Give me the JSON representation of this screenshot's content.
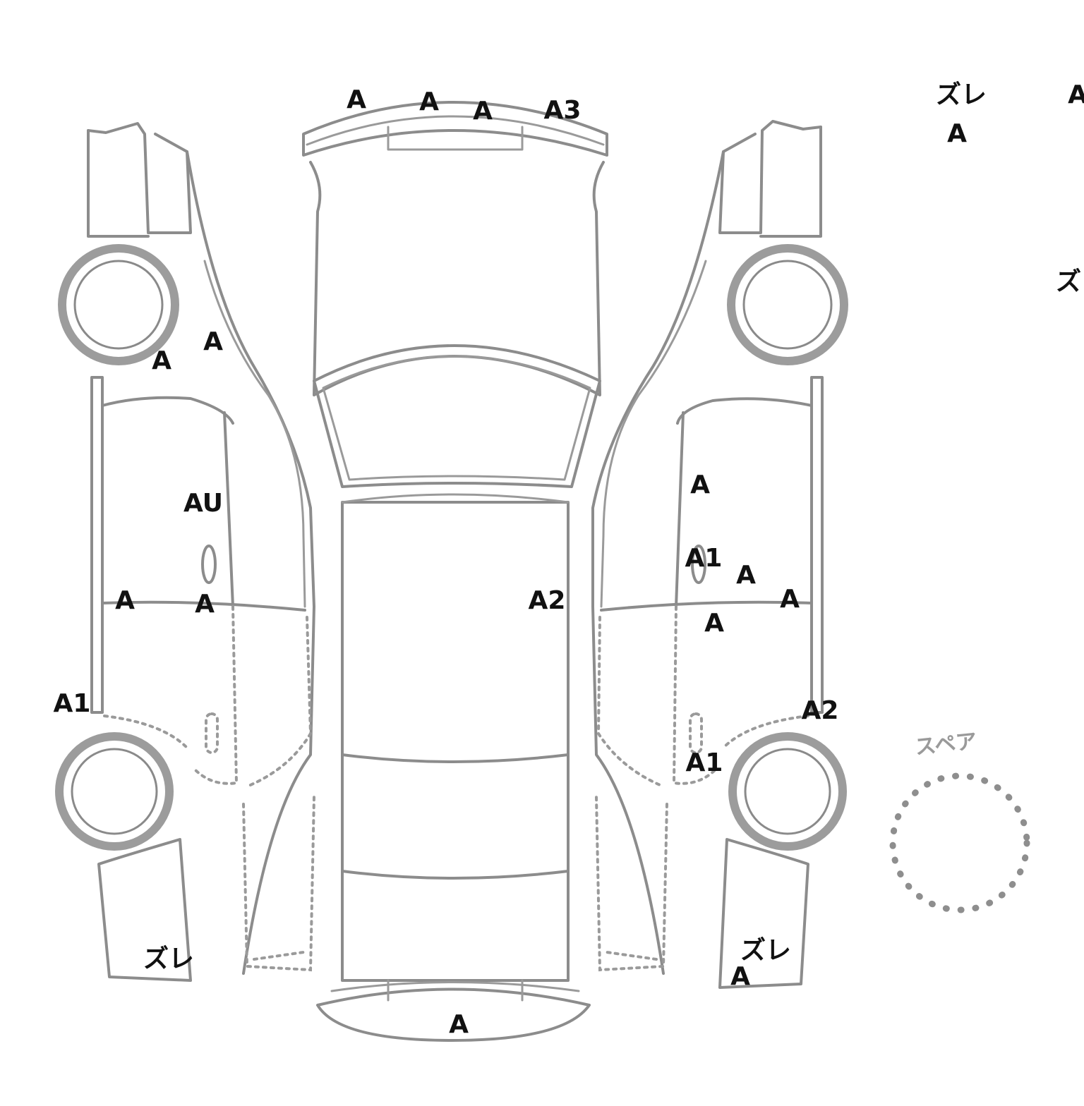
{
  "diagram": {
    "spare_label": "スペア",
    "marks": {
      "roof_front_1": "A",
      "roof_front_2": "A",
      "roof_front_3": "A",
      "roof_front_4": "A3",
      "top_right_zure": "ズレ",
      "top_right_a": "A",
      "top_right_a_cut": "A",
      "right_edge_zu_cut": "ズ",
      "left_pillar_a": "A",
      "left_wheel_a": "A",
      "left_door_au": "AU",
      "left_beltline_a1": "A",
      "left_beltline_a2": "A",
      "left_rocker_a1": "A1",
      "left_rear_zure": "ズレ",
      "center_a2": "A2",
      "right_door_a": "A",
      "right_handle_a1": "A1",
      "right_door_a2": "A",
      "right_beltline_a": "A",
      "right_lower_a": "A",
      "right_rocker_a2": "A2",
      "right_rear_a1": "A1",
      "right_rear_zure": "ズレ",
      "right_rear_a": "A",
      "rear_bumper_a": "A"
    }
  }
}
